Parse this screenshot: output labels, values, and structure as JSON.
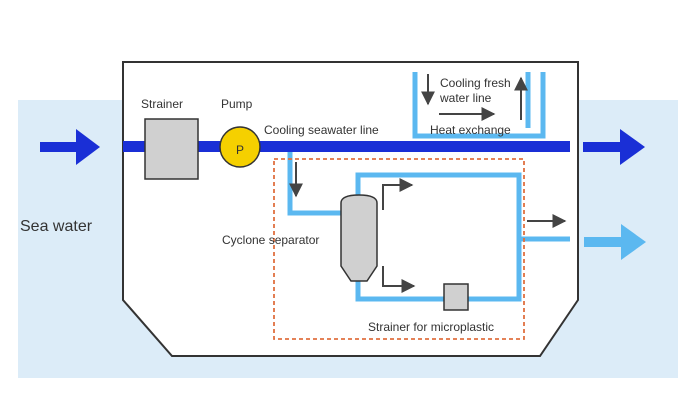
{
  "labels": {
    "sea_water": "Sea water",
    "strainer": "Strainer",
    "pump": "Pump",
    "pump_symbol": "P",
    "cooling_seawater_line": "Cooling seawater line",
    "cooling_fresh_water_line_1": "Cooling fresh",
    "cooling_fresh_water_line_2": "water line",
    "heat_exchange": "Heat exchange",
    "cyclone_separator": "Cyclone separator",
    "strainer_for_microplastic": "Strainer for microplastic"
  },
  "colors": {
    "sea_background": "#dcecf8",
    "ship_fill": "#ffffff",
    "ship_outline": "#333333",
    "seawater_line": "#1a2fd6",
    "freshwater_line": "#5bb8f0",
    "equipment_fill": "#d0d0d0",
    "pump_fill": "#f5d000",
    "dashed_box": "#e07040",
    "process_arrow": "#444444"
  }
}
